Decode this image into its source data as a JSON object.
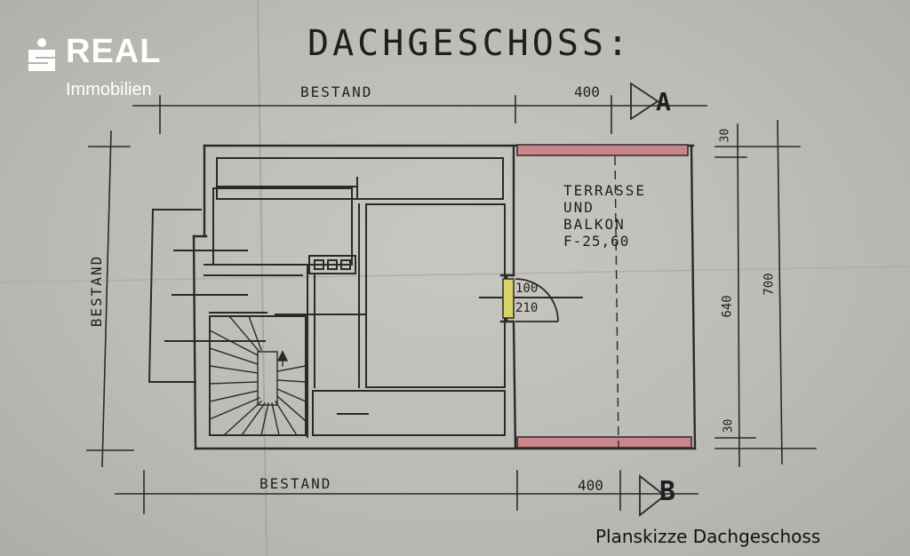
{
  "brand": {
    "name": "REAL",
    "sub": "Immobilien"
  },
  "plan": {
    "title": "DACHGESCHOSS:",
    "dim_top_left": "BESTAND",
    "dim_top_right": "400",
    "section_a": "A",
    "dim_left": "BESTAND",
    "dim_bottom_left": "BESTAND",
    "dim_bottom_right": "400",
    "section_b": "B",
    "terrace_line1": "TERRASSE",
    "terrace_line2": "UND",
    "terrace_line3": "BALKON",
    "terrace_area": "F-25,60",
    "door_width": "100",
    "door_height": "210",
    "dim_30_top": "30",
    "dim_640": "640",
    "dim_700": "700",
    "dim_30_bottom": "30"
  },
  "caption": "Planskizze Dachgeschoss",
  "colors": {
    "paper": "#c0bfba",
    "ink": "#2a2a2a",
    "railing_red": "#c9868a",
    "door_yellow": "#d9d46a",
    "logo_text": "#ffffff"
  }
}
